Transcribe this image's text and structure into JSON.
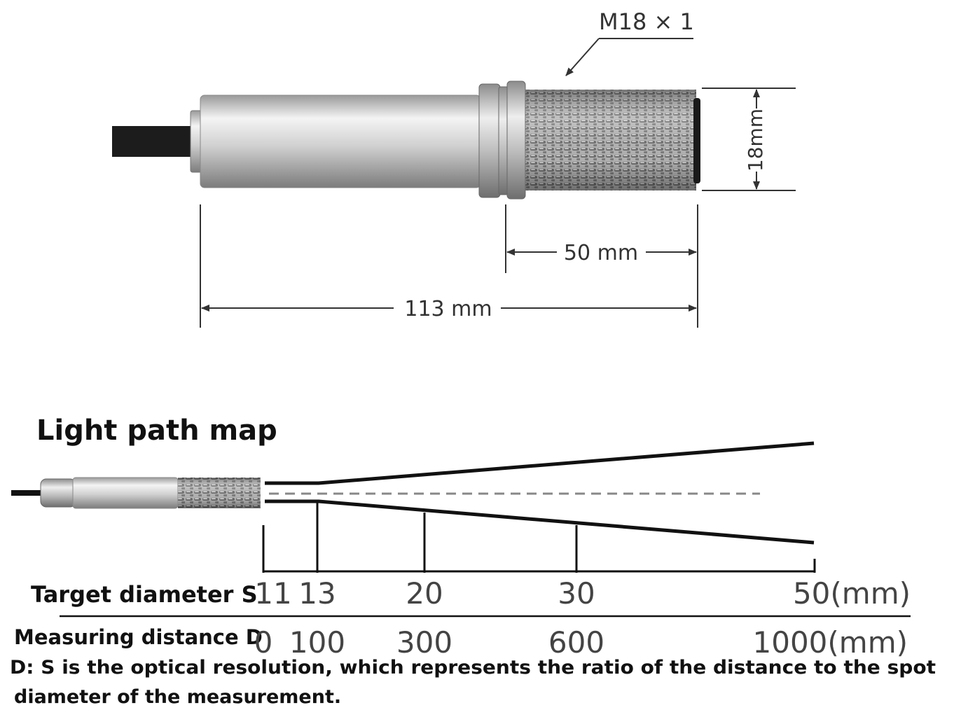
{
  "dimensions": {
    "thread": "M18 × 1",
    "diameter": "18mm",
    "thread_length": "50 mm",
    "total_length": "113 mm"
  },
  "light_path": {
    "title": "Light path map",
    "target_label": "Target diameter S",
    "distance_label": "Measuring distance D",
    "note_line1": "D: S is the optical resolution, which represents the ratio of the distance to the spot",
    "note_line2": "diameter of the measurement.",
    "points": [
      {
        "spot": "11",
        "distance": "0"
      },
      {
        "spot": "13",
        "distance": "100"
      },
      {
        "spot": "20",
        "distance": "300"
      },
      {
        "spot": "30",
        "distance": "600"
      },
      {
        "spot": "50(mm)",
        "distance": "1000(mm)"
      }
    ]
  },
  "colors": {
    "line": "#1a1a1a",
    "dimension_line": "#333333",
    "dashed_axis": "#888888",
    "metal_light": "#e6e6e6",
    "metal_dark": "#8a8a8a"
  }
}
